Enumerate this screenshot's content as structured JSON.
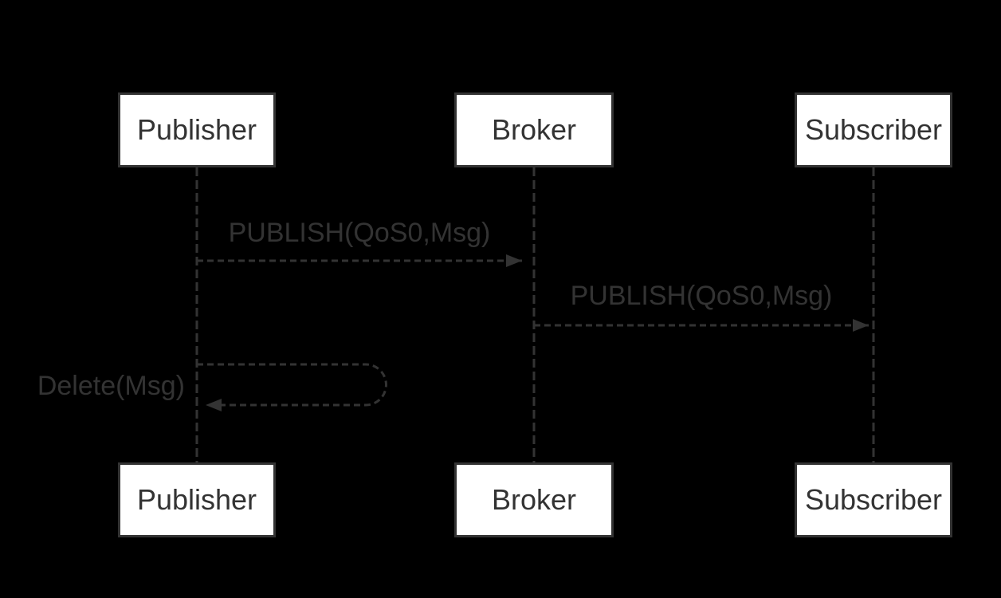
{
  "diagram": {
    "kind": "sequence-diagram",
    "actors": [
      {
        "id": "publisher",
        "label": "Publisher"
      },
      {
        "id": "broker",
        "label": "Broker"
      },
      {
        "id": "subscriber",
        "label": "Subscriber"
      }
    ],
    "messages": [
      {
        "from": "publisher",
        "to": "broker",
        "label": "PUBLISH(QoS0,Msg)",
        "line_style": "dashed",
        "arrow": "filled-right"
      },
      {
        "from": "broker",
        "to": "subscriber",
        "label": "PUBLISH(QoS0,Msg)",
        "line_style": "dashed",
        "arrow": "filled-right"
      },
      {
        "from": "publisher",
        "to": "publisher",
        "label": "Delete(Msg)",
        "line_style": "dashed-self-loop",
        "arrow": "filled-left"
      }
    ],
    "colors": {
      "background": "#000000",
      "actor_fill": "#ffffff",
      "actor_border": "#333333",
      "line": "#333333",
      "text": "#333333"
    }
  }
}
